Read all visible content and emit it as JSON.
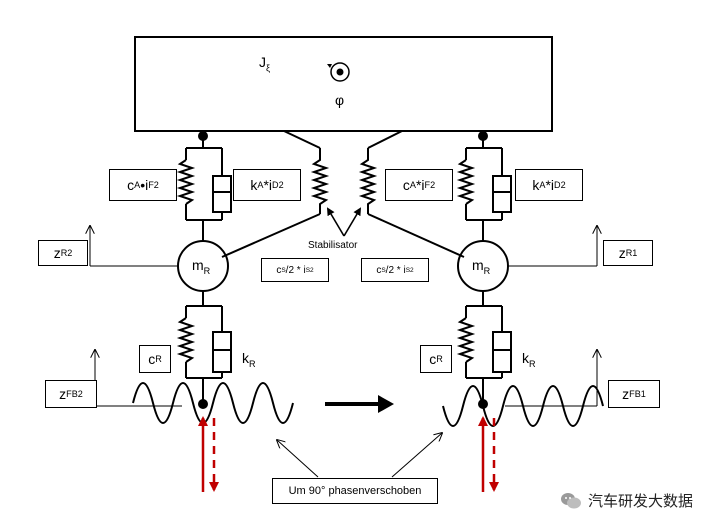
{
  "body_inertia": {
    "symbol": "J",
    "sub": "ξ"
  },
  "rotation": {
    "symbol": "φ"
  },
  "left": {
    "upper_spring": {
      "base": "c",
      "sub": "A",
      "mid": "•i",
      "sub2": "F",
      "sup": "2"
    },
    "upper_damper": {
      "base": "k",
      "sub": "A",
      "mid": "*i",
      "sub2": "D",
      "sup": "2"
    },
    "mass": {
      "base": "m",
      "sub": "R"
    },
    "stab_spring": {
      "base": "c",
      "sub": "S",
      "mid": "/2 * i",
      "sub2": "S",
      "sup": "2"
    },
    "lower_spring": {
      "base": "c",
      "sub": "R"
    },
    "lower_damper": {
      "base": "k",
      "sub": "R"
    },
    "disp_mass": {
      "base": "z",
      "sub": "R2"
    },
    "disp_road": {
      "base": "z",
      "sub": "FB2"
    }
  },
  "right": {
    "upper_spring": {
      "base": "c",
      "sub": "A",
      "mid": "*i",
      "sub2": "F",
      "sup": "2"
    },
    "upper_damper": {
      "base": "k",
      "sub": "A",
      "mid": "*i",
      "sub2": "D",
      "sup": "2"
    },
    "mass": {
      "base": "m",
      "sub": "R"
    },
    "stab_spring": {
      "base": "c",
      "sub": "S",
      "mid": "/2 * i",
      "sub2": "S",
      "sup": "2"
    },
    "lower_spring": {
      "base": "c",
      "sub": "R"
    },
    "lower_damper": {
      "base": "k",
      "sub": "R"
    },
    "disp_mass": {
      "base": "z",
      "sub": "R1"
    },
    "disp_road": {
      "base": "z",
      "sub": "FB1"
    }
  },
  "stabilisator_label": "Stabilisator",
  "phase_label": "Um 90° phasenverschoben",
  "watermark": {
    "text": "汽车研发大数据",
    "icon": "wechat-icon"
  },
  "colors": {
    "line": "#000000",
    "force_arrow": "#c00000",
    "accent_arrow": "#000000"
  }
}
